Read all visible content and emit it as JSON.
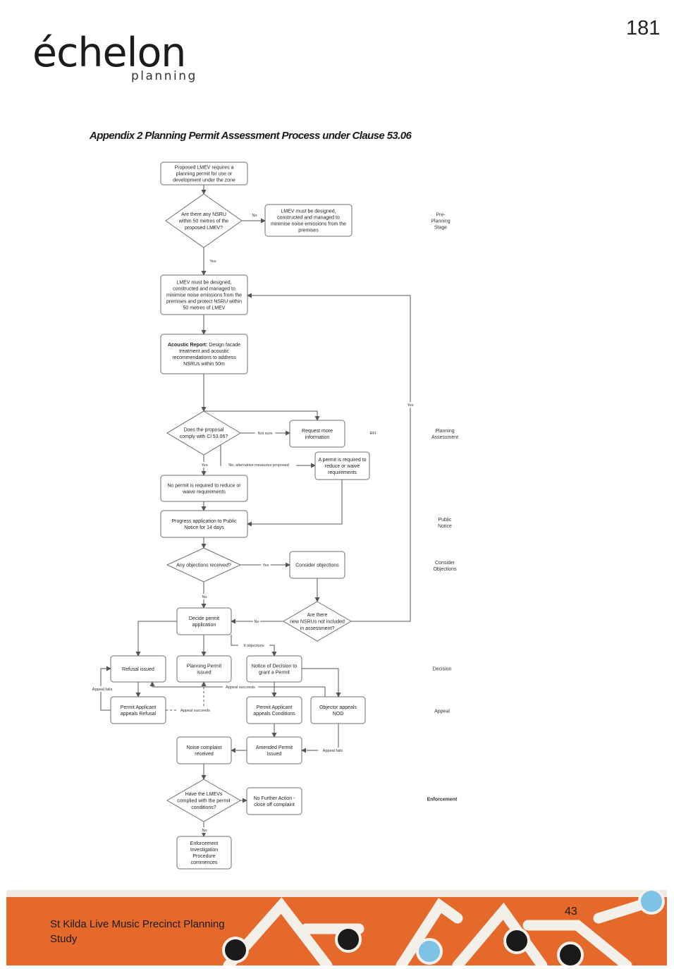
{
  "page_number": "181",
  "logo": {
    "main": "échelon",
    "sub": "planning"
  },
  "title": "Appendix 2 Planning Permit Assessment Process under Clause 53.06",
  "nodes": {
    "n1": [
      "Proposed LMEV requires a",
      "planning permit for use or",
      "development under the zone"
    ],
    "d1": [
      "Are there any NSRU",
      "within 50 metres of the",
      "proposed LMEV?"
    ],
    "n2": [
      "LMEV must be designed,",
      "constructed and managed to",
      "minimise noise emissions from the",
      "premises"
    ],
    "n3": [
      "LMEV must be designed,",
      "constructed and managed to",
      "minimise noise emissions from the",
      "premises and protect NSRU within",
      "50 metres of LMEV"
    ],
    "n4_bold": "Acoustic Report:",
    "n4": [
      " Design facade",
      "treatment and acoustic",
      "recommendations to address",
      "NSRUs within 50m"
    ],
    "d2": [
      "Does the proposal",
      "comply with Cl 53.06?"
    ],
    "n5": [
      "Request more",
      "information"
    ],
    "n6": [
      "A permit is required to",
      "reduce or waive",
      "requirements"
    ],
    "n7": [
      "No permit is required to reduce or",
      "waive requirements"
    ],
    "n8": [
      "Progress application to Public",
      "Notice for 14 days"
    ],
    "d3": [
      "Any objections received?"
    ],
    "n9": [
      "Consider objections"
    ],
    "d4": [
      "Are there",
      "new NSRUs not included",
      "in assessment?"
    ],
    "n10": [
      "Decide permit",
      "application"
    ],
    "n11": [
      "Refusal issued"
    ],
    "n12": [
      "Planning Permit",
      "issued"
    ],
    "n13": [
      "Notice of Decision to",
      "grant a Permit"
    ],
    "n14": [
      "Permit Applicant",
      "appeals Refusal"
    ],
    "n15": [
      "Permit Applicant",
      "appeals Conditions"
    ],
    "n16": [
      "Objector appeals",
      "NOD"
    ],
    "n17": [
      "Noise complaint",
      "received"
    ],
    "n18": [
      "Amended Permit",
      "Issued"
    ],
    "d5": [
      "Have the LMEVs",
      "complied with the permit",
      "conditions?"
    ],
    "n19": [
      "No Further Action -",
      "close off complaint"
    ],
    "n20": [
      "Enforcement",
      "Investigation",
      "Procedure",
      "commences"
    ]
  },
  "edge_labels": {
    "no_1": "No",
    "yes_1": "Yes",
    "not_sure": "Not sure",
    "rfi": "RFI",
    "yes_2": "Yes",
    "no_alt": "No, alternative measures proposed",
    "yes_loop": "Yes",
    "yes_3": "Yes",
    "no_2": "No",
    "no_3": "No",
    "if_objections": "If objections",
    "appeal_fails_1": "Appeal fails",
    "appeal_succeeds_1": "Appeal succeeds",
    "appeal_succeeds_2": "Appeal succeeds",
    "appeal_fails_2": "Appeal fails",
    "no_4": "No"
  },
  "stages": {
    "pre_planning": [
      "Pre-",
      "Planning",
      "Stage"
    ],
    "planning_assessment": [
      "Planning",
      "Assessment"
    ],
    "public_notice": [
      "Public",
      "Notice"
    ],
    "consider_objections": [
      "Consider",
      "Objections"
    ],
    "decision": [
      "Decision"
    ],
    "appeal": [
      "Appeal"
    ],
    "enforcement": [
      "Enforcement"
    ]
  },
  "footer": {
    "title": "St Kilda Live Music Precinct Planning Study",
    "page": "43"
  },
  "colors": {
    "banner": "#e4692a",
    "node_stroke": "#6e6e6e",
    "line": "#555555",
    "dot_dark": "#1a1a1a",
    "dot_blue": "#7cc3e6"
  }
}
